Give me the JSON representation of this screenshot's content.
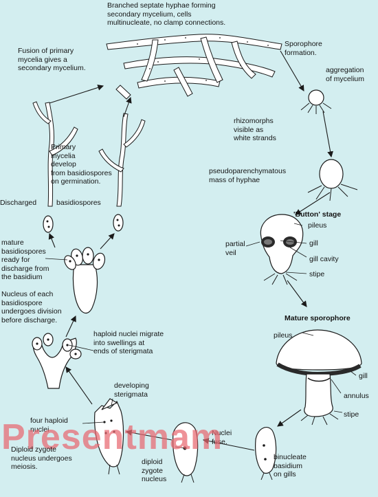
{
  "labels": {
    "branched_hyphae": "Branched septate hyphae forming\nsecondary mycelium, cells\nmultinucleate, no clamp connections.",
    "fusion": "Fusion of primary\nmycelia gives a\nsecondary mycelium.",
    "sporophore_formation": "Sporophore\nformation.",
    "aggregation": "aggregation\nof mycelium",
    "rhizomorphs": "rhizomorphs\nvisible as\nwhite strands",
    "primary_mycelia": "Primary\nmycelia\ndevelop\nfrom basidiospores\non germination.",
    "pseudoparenchymatous": "pseudoparenchymatous\nmass of hyphae",
    "discharged": "Discharged",
    "basidiospores": "basidiospores",
    "button_stage": "'Button' stage",
    "pileus_button": "pileus",
    "partial_veil": "partial\nveil",
    "gill_button": "gill",
    "gill_cavity": "gill cavity",
    "stipe_button": "stipe",
    "mature_basidiospores": "mature\nbasidiospores\nready for\ndischarge from\nthe basidium",
    "nucleus_each": "Nucleus of each\nbasidiospore\nundergoes division\nbefore discharge.",
    "mature_sporophore": "Mature sporophore",
    "haploid_migrate": "haploid nuclei migrate\ninto swellings at\nends of sterigmata",
    "pileus_mature": "pileus",
    "gill_mature": "gill",
    "annulus": "annulus",
    "developing_sterigmata": "developing\nsterigmata",
    "stipe_mature": "stipe",
    "four_haploid": "four haploid\nnuclei",
    "nuclei_fuse": "Nuclei\nfuse.",
    "diploid_meiosis": "Diploid zygote\nnucleus undergoes\nmeiosis.",
    "diploid_zygote": "diploid\nzygote\nnucleus",
    "binucleate": "binucleate\nbasidium\non gills"
  },
  "watermark": "Presentmam",
  "colors": {
    "background": "#d3eef0",
    "hyphae_fill": "#ffffff",
    "ink": "#1a1a1a",
    "watermark": "#e86870",
    "gill_dark": "#2a2a2a"
  }
}
